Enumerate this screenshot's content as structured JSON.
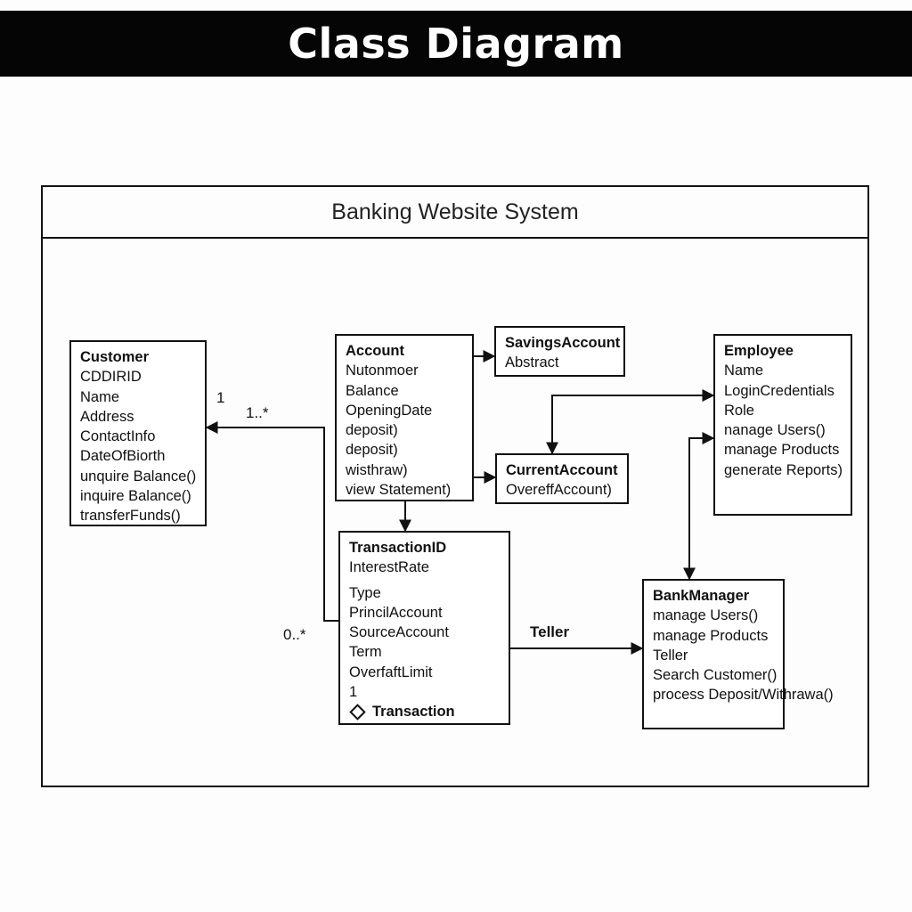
{
  "title": "Class Diagram",
  "frame": {
    "label": "Banking Website System"
  },
  "classes": {
    "customer": {
      "name": "Customer",
      "members": [
        "CDDIRID",
        "Name",
        "Address",
        "ContactInfo",
        "DateOfBiorth",
        "unquire Balance()",
        "inquire Balance()",
        "transferFunds()"
      ]
    },
    "account": {
      "name": "Account",
      "members": [
        "Nutonmoer",
        "Balance",
        "OpeningDate",
        "deposit)",
        "deposit)",
        "wisthraw)",
        "view Statement)"
      ]
    },
    "savings": {
      "name": "SavingsAccount",
      "members": [
        "Abstract"
      ]
    },
    "current": {
      "name": "CurrentAccount",
      "members": [
        "OvereffAccount)"
      ]
    },
    "employee": {
      "name": "Employee",
      "members": [
        "Name",
        "LoginCredentials",
        "Role",
        "nanage Users()",
        "manage Products",
        "generate Reports)"
      ]
    },
    "transaction": {
      "name": "TransactionID",
      "members": [
        "InterestRate",
        "Type",
        "PrincilAccount",
        "SourceAccount",
        "Term",
        "OverfaftLimit",
        "1"
      ],
      "footer": "Transaction"
    },
    "manager": {
      "name": "BankManager",
      "members": [
        "manage Users()",
        "manage Products",
        "Teller",
        "Search Customer()",
        "process Deposit/Withrawa()"
      ]
    }
  },
  "multiplicities": {
    "customer_one": "1",
    "customer_many": "1..*",
    "transaction_many": "0..*"
  },
  "edge_labels": {
    "teller": "Teller"
  }
}
